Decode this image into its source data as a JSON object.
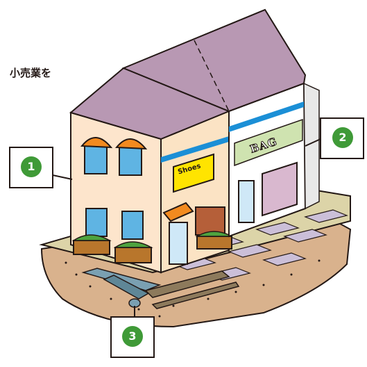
{
  "caption": "小売業を",
  "shop_sign": "Shoes",
  "bag_sign": "BAG",
  "callouts": [
    {
      "number": "1"
    },
    {
      "number": "2"
    },
    {
      "number": "3"
    }
  ],
  "colors": {
    "roof": "#b898b3",
    "roof_dark": "#a283a0",
    "wall_left": "#fde5cc",
    "wall_mid": "#fbe3c4",
    "wall_right": "#ffffff",
    "stripe_blue": "#1b8fd6",
    "awning_orange": "#f28a1f",
    "sign_yellow": "#ffe400",
    "bag_green": "#cfe3b0",
    "pavement": "#dcd4a8",
    "pavement_lilac": "#cbbfd8",
    "soil": "#d9b28d",
    "pipe": "#7aa0b2",
    "callout_green": "#3f9a37",
    "outline": "#231815"
  }
}
